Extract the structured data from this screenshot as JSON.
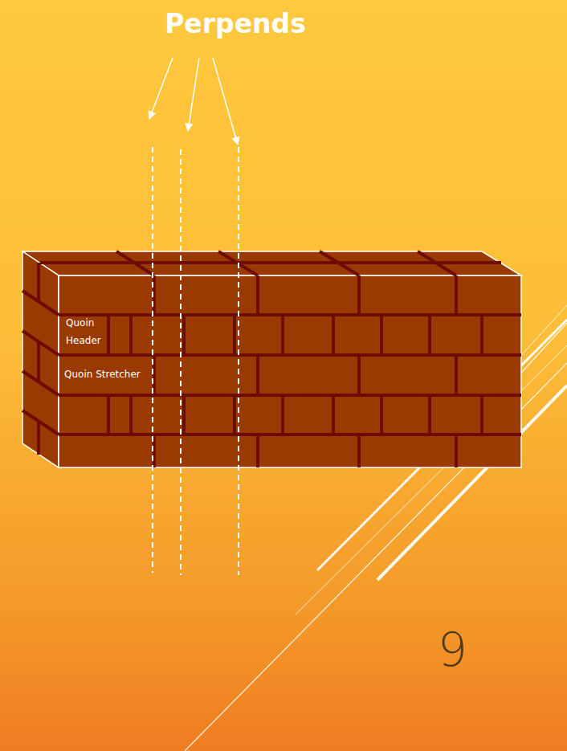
{
  "diagram": {
    "title": "Perpends",
    "labels": [
      "Quoin Header",
      "Quoin Stretcher",
      "9"
    ]
  }
}
